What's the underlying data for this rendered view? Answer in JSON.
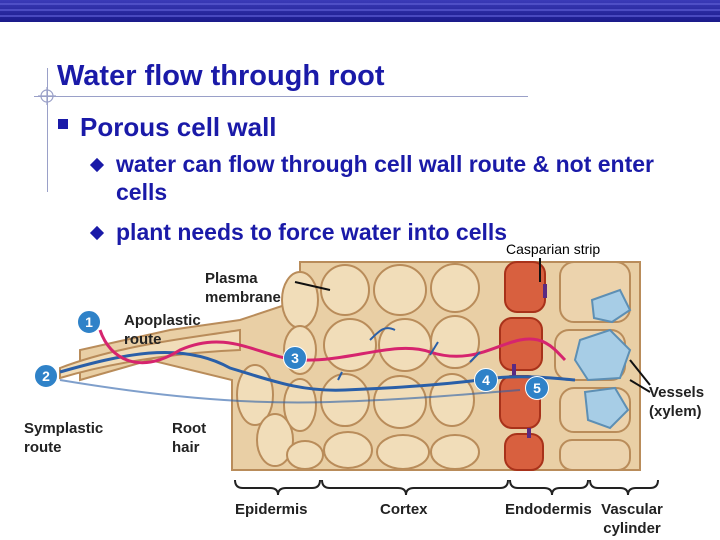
{
  "slide": {
    "title": "Water flow through root",
    "bullet": "Porous cell wall",
    "subbullets": [
      "water can flow through cell wall route & not enter cells",
      "plant needs to force water into cells"
    ]
  },
  "diagram": {
    "callout": "Casparian strip",
    "labels": {
      "plasma_membrane": "Plasma membrane",
      "apoplastic_route": "Apoplastic route",
      "symplastic_route": "Symplastic route",
      "root_hair": "Root hair",
      "vessels": "Vessels (xylem)",
      "epidermis": "Epidermis",
      "cortex": "Cortex",
      "endodermis": "Endodermis",
      "vascular_cylinder": "Vascular cylinder"
    },
    "steps": [
      "1",
      "2",
      "3",
      "4",
      "5"
    ]
  },
  "colors": {
    "title": "#1a1aa8",
    "apoplastic_path": "#d6246e",
    "symplastic_path": "#2a5fa8",
    "cell_wall": "#e8c79a",
    "endodermis": "#d0472c",
    "xylem": "#a7cde6",
    "step_badge": "#2f82c8"
  }
}
